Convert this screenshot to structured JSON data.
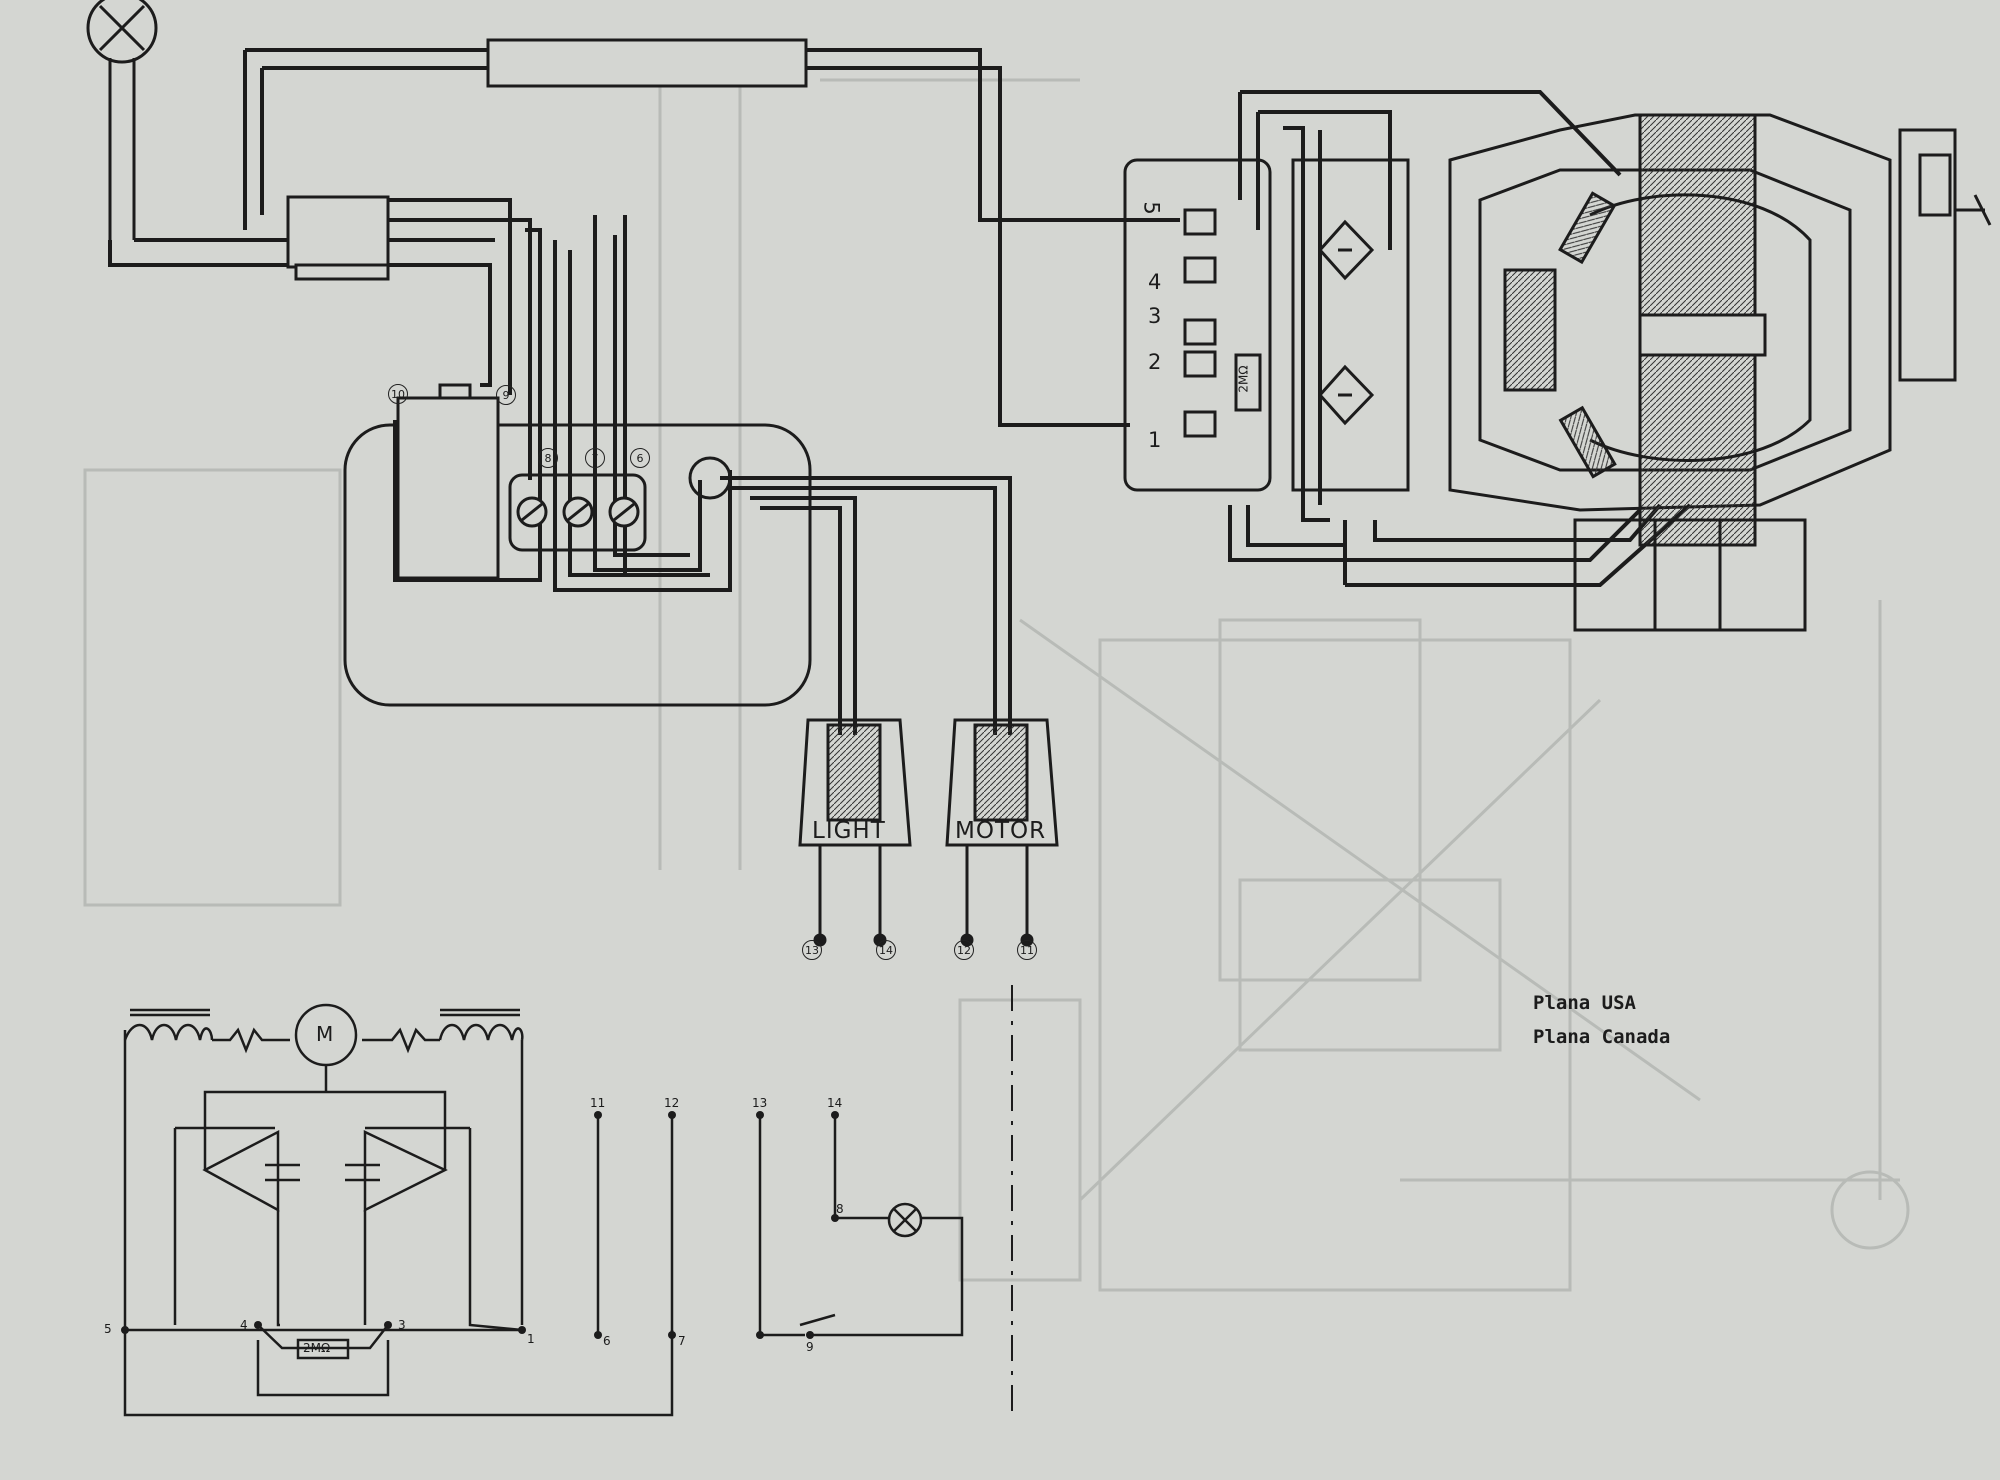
{
  "wiring": {
    "plug_light_label": "LIGHT",
    "plug_motor_label": "MOTOR",
    "plug_light_pins": [
      "13",
      "14"
    ],
    "plug_motor_pins": [
      "12",
      "11"
    ],
    "terminal_block_numbers": [
      "10",
      "9",
      "8",
      "7",
      "6"
    ],
    "motor_terminal_numbers": [
      "5",
      "4",
      "3",
      "2",
      "1"
    ],
    "resistor_label": "2MΩ"
  },
  "notes": {
    "line1": "Plana USA",
    "line2": "Plana Canada"
  },
  "schematic": {
    "motor_symbol": "M",
    "resistor_label": "2MΩ",
    "node_labels": [
      "5",
      "4",
      "3",
      "1",
      "6",
      "7",
      "8",
      "9",
      "11",
      "12",
      "13",
      "14"
    ]
  },
  "colors": {
    "paper": "#d4d6d2",
    "ink": "#1c1c1c"
  }
}
